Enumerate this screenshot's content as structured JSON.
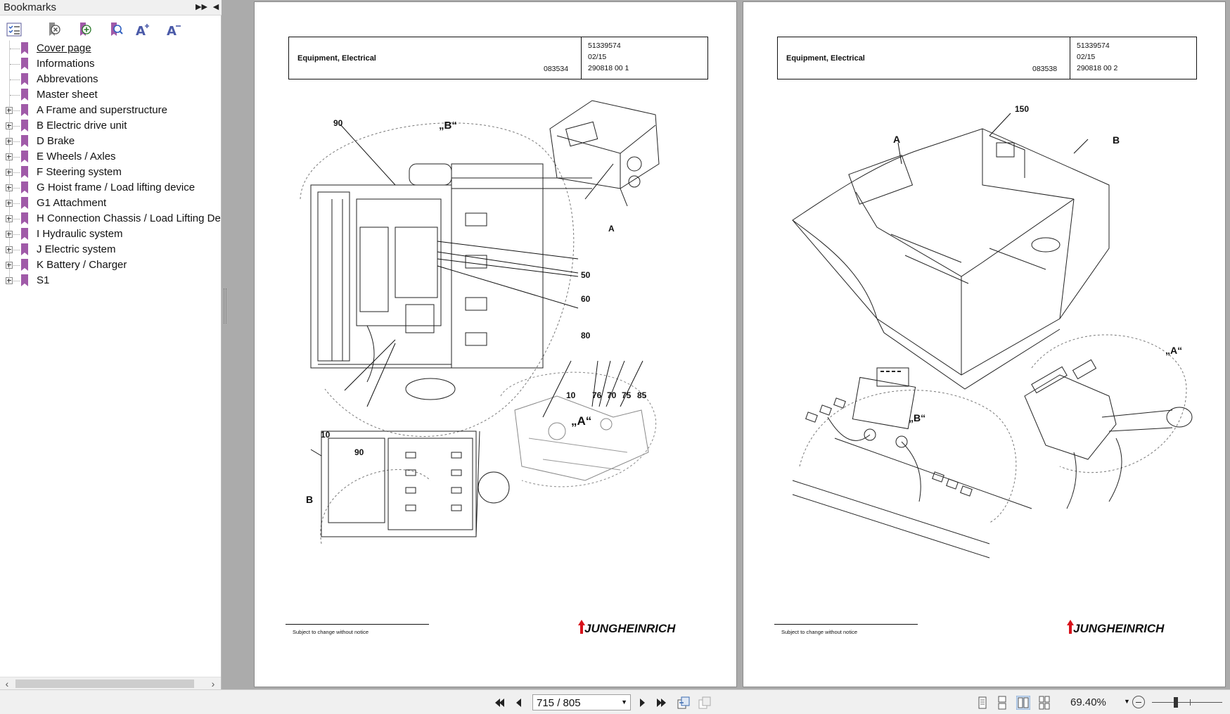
{
  "bookmarks_panel": {
    "title": "Bookmarks",
    "items": [
      {
        "label": "Cover page",
        "expandable": false,
        "current": true
      },
      {
        "label": "Informations",
        "expandable": false
      },
      {
        "label": "Abbrevations",
        "expandable": false
      },
      {
        "label": "Master sheet",
        "expandable": false
      },
      {
        "label": "A Frame and superstructure",
        "expandable": true
      },
      {
        "label": "B Electric drive unit",
        "expandable": true
      },
      {
        "label": "D Brake",
        "expandable": true
      },
      {
        "label": "E Wheels / Axles",
        "expandable": true
      },
      {
        "label": "F Steering system",
        "expandable": true
      },
      {
        "label": "G Hoist frame / Load lifting device",
        "expandable": true
      },
      {
        "label": "G1 Attachment",
        "expandable": true
      },
      {
        "label": "H Connection Chassis / Load Lifting Devi",
        "expandable": true
      },
      {
        "label": "I Hydraulic system",
        "expandable": true
      },
      {
        "label": "J Electric system",
        "expandable": true
      },
      {
        "label": "K Battery / Charger",
        "expandable": true
      },
      {
        "label": "S1",
        "expandable": true
      }
    ]
  },
  "pages": {
    "left": {
      "title": "Equipment, Electrical",
      "drawing_no": "083534",
      "part_no": "51339574",
      "date": "02/15",
      "sheet": "290818 00 1",
      "footer_note": "Subject to change without notice",
      "brand": "JUNGHEINRICH",
      "callouts": [
        "90",
        "„B“",
        "A",
        "50",
        "60",
        "80",
        "10",
        "76",
        "70",
        "75",
        "85",
        "„A“",
        "10",
        "90",
        "B"
      ]
    },
    "right": {
      "title": "Equipment, Electrical",
      "drawing_no": "083538",
      "part_no": "51339574",
      "date": "02/15",
      "sheet": "290818 00 2",
      "footer_note": "Subject to change without notice",
      "brand": "JUNGHEINRICH",
      "callouts": [
        "150",
        "A",
        "B",
        "„A“",
        "„B“"
      ]
    }
  },
  "navigation": {
    "page_value": "715 / 805",
    "zoom_value": "69.40%",
    "zoom_level_fraction": 0.34
  },
  "colors": {
    "bookmark_icon": "#a05aa8",
    "brand_red": "#d8121b",
    "toolbar_accent": "#6d6fb8"
  }
}
